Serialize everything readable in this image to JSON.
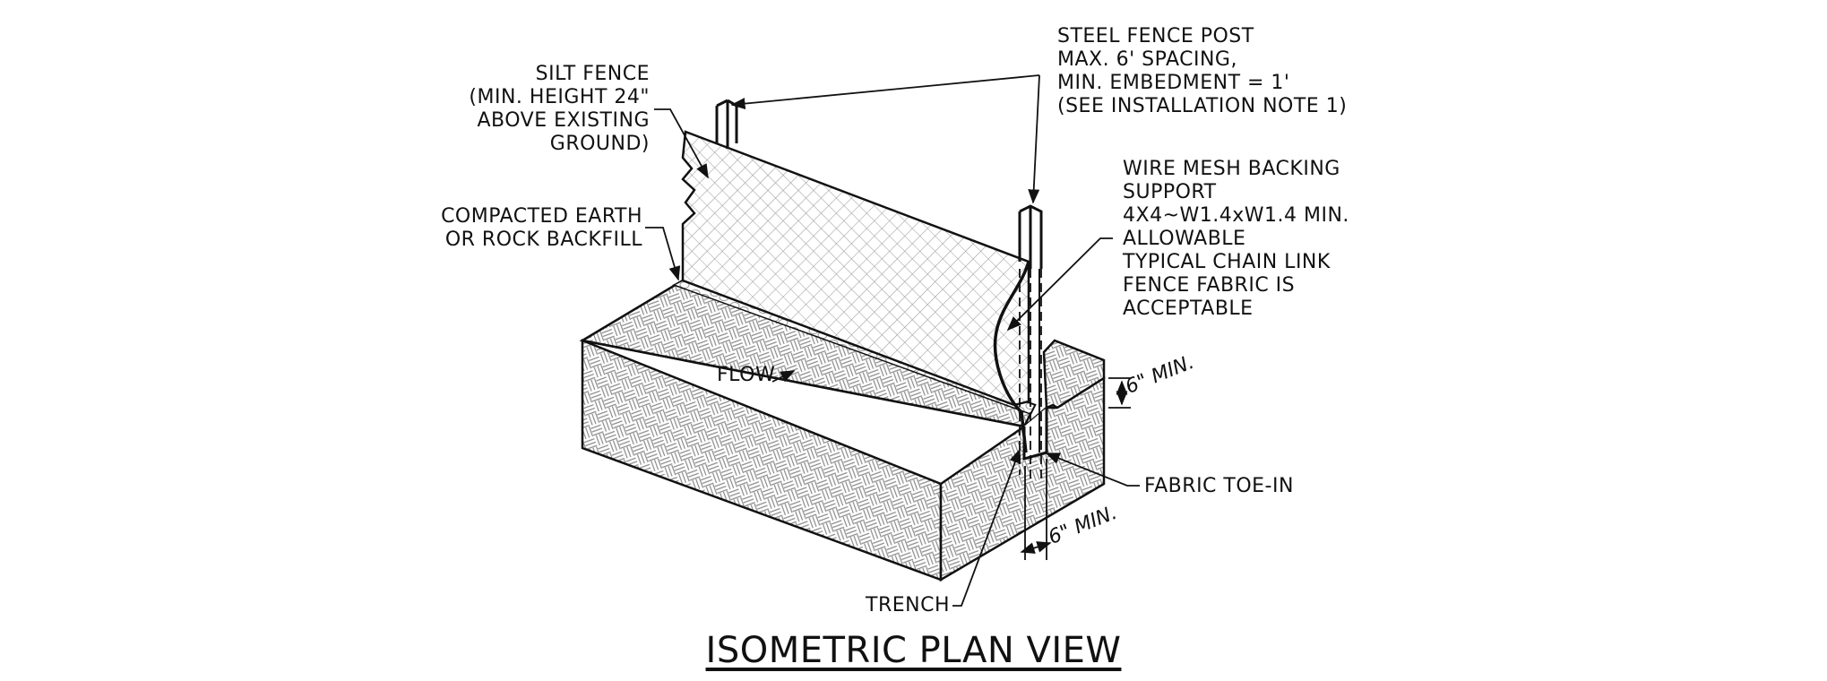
{
  "labels": {
    "silt_fence": [
      "SILT FENCE",
      "(MIN. HEIGHT 24\"",
      "ABOVE EXISTING",
      "GROUND)"
    ],
    "backfill": [
      "COMPACTED EARTH",
      "OR ROCK BACKFILL"
    ],
    "steel_post": [
      "STEEL FENCE POST",
      "MAX. 6' SPACING,",
      "MIN. EMBEDMENT = 1'",
      "(SEE INSTALLATION NOTE 1)"
    ],
    "wire_mesh": [
      "WIRE MESH BACKING",
      "SUPPORT",
      "4X4~W1.4xW1.4 MIN.",
      "ALLOWABLE",
      "TYPICAL CHAIN LINK",
      "FENCE FABRIC IS",
      "ACCEPTABLE"
    ],
    "flow": "FLOW",
    "toe_in": "FABRIC TOE-IN",
    "trench": "TRENCH",
    "dim_height": "6\" MIN.",
    "dim_width": "6\" MIN."
  },
  "title": "ISOMETRIC PLAN VIEW"
}
